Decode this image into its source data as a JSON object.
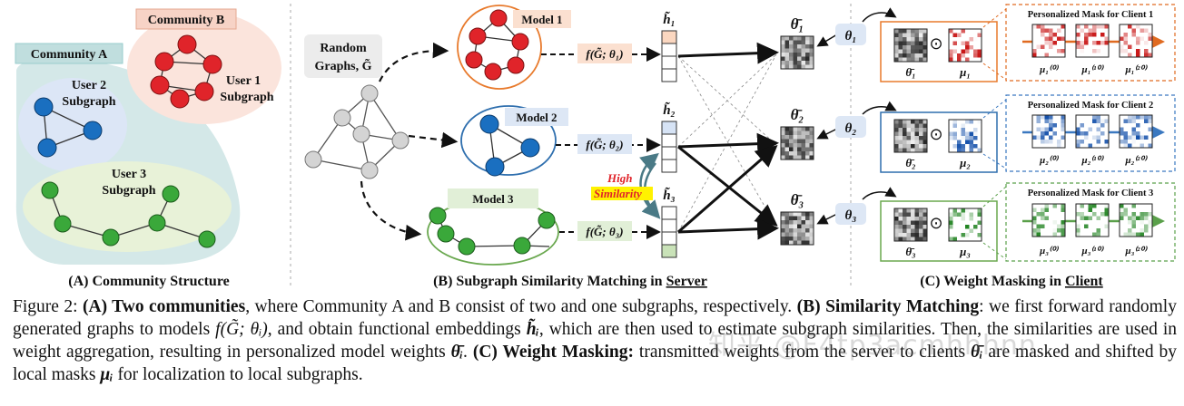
{
  "panels": {
    "a": {
      "community_a": "Community A",
      "community_b": "Community B",
      "user1_line1": "User 1",
      "user1_line2": "Subgraph",
      "user2_line1": "User 2",
      "user2_line2": "Subgraph",
      "user3_line1": "User 3",
      "user3_line2": "Subgraph",
      "title": "(A) Community Structure"
    },
    "b": {
      "random_line1": "Random",
      "random_line2": "Graphs, G̃",
      "model1": "Model 1",
      "model2": "Model 2",
      "model3": "Model 3",
      "f1": "f(G̃; θ₁)",
      "f2": "f(G̃; θ₂)",
      "f3": "f(G̃; θ₃)",
      "h1": "h̃₁",
      "h2": "h̃₂",
      "h3": "h̃₃",
      "high_line1": "High",
      "high_line2": "Similarity",
      "theta_bar1": "θ̄₁",
      "theta_bar2": "θ̄₂",
      "theta_bar3": "θ̄₃",
      "title_prefix": "(B) Subgraph Similarity Matching in ",
      "title_underlined": "Server"
    },
    "c": {
      "theta1": "θ₁",
      "theta2": "θ₂",
      "theta3": "θ₃",
      "mask_title1": "Personalized Mask for Client 1",
      "mask_title2": "Personalized Mask for Client 2",
      "mask_title3": "Personalized Mask for Client 3",
      "bar1": "θ̄₁",
      "bar2": "θ̄₂",
      "bar3": "θ̄₃",
      "mu1": "μ₁",
      "mu2": "μ₂",
      "mu3": "μ₃",
      "odot": "⊙",
      "mu1_0": "μ₁⁽⁰⁾",
      "mu1_10": "μ₁⁽¹⁰⁾",
      "mu1_20": "μ₁⁽²⁰⁾",
      "mu2_0": "μ₂⁽⁰⁾",
      "mu2_10": "μ₂⁽¹⁰⁾",
      "mu2_20": "μ₂⁽²⁰⁾",
      "mu3_0": "μ₃⁽⁰⁾",
      "mu3_10": "μ₃⁽¹⁰⁾",
      "mu3_20": "μ₃⁽²⁰⁾",
      "title_prefix": "(C) Weight Masking in ",
      "title_underlined": "Client"
    }
  },
  "colors": {
    "community_a_bg": "#d4e8e8",
    "community_b_bg": "#fbe4dc",
    "user2_bg": "#dce6f6",
    "user3_bg": "#e8f2d8",
    "red_node": "#e0242a",
    "blue_node": "#1a6fc0",
    "green_node": "#3aa83a",
    "gray_node": "#d4d4d4",
    "model1": "#e87a2c",
    "model2": "#2f6fae",
    "model3": "#6aa84f",
    "server_arrow": "#4a7a86"
  },
  "caption": {
    "fig_label": "Figure 2: ",
    "a_bold": "(A) Two communities",
    "a_text": ", where Community A and B consist of two and one subgraphs, respectively. ",
    "b_bold": "(B) Similarity Matching",
    "b_text1": ": we first forward randomly generated graphs to models ",
    "b_math1": "f(G̃; θᵢ)",
    "b_text2": ", and obtain functional embeddings ",
    "b_math2": "h̃ᵢ",
    "b_text3": ", which are then used to estimate subgraph similarities. Then, the similarities are used in weight aggregation, resulting in personalized model weights ",
    "b_math3": "θ̄ᵢ",
    "b_text4": ". ",
    "c_bold": "(C) Weight Masking:",
    "c_text1": " transmitted weights from the server to clients ",
    "c_math1": "θ̄ᵢ",
    "c_text2": " are masked and shifted by local masks ",
    "c_math2": "μᵢ",
    "c_text3": " for localization to local subgraphs."
  },
  "watermark": "知乎 @F4tp3acmhhhnn"
}
